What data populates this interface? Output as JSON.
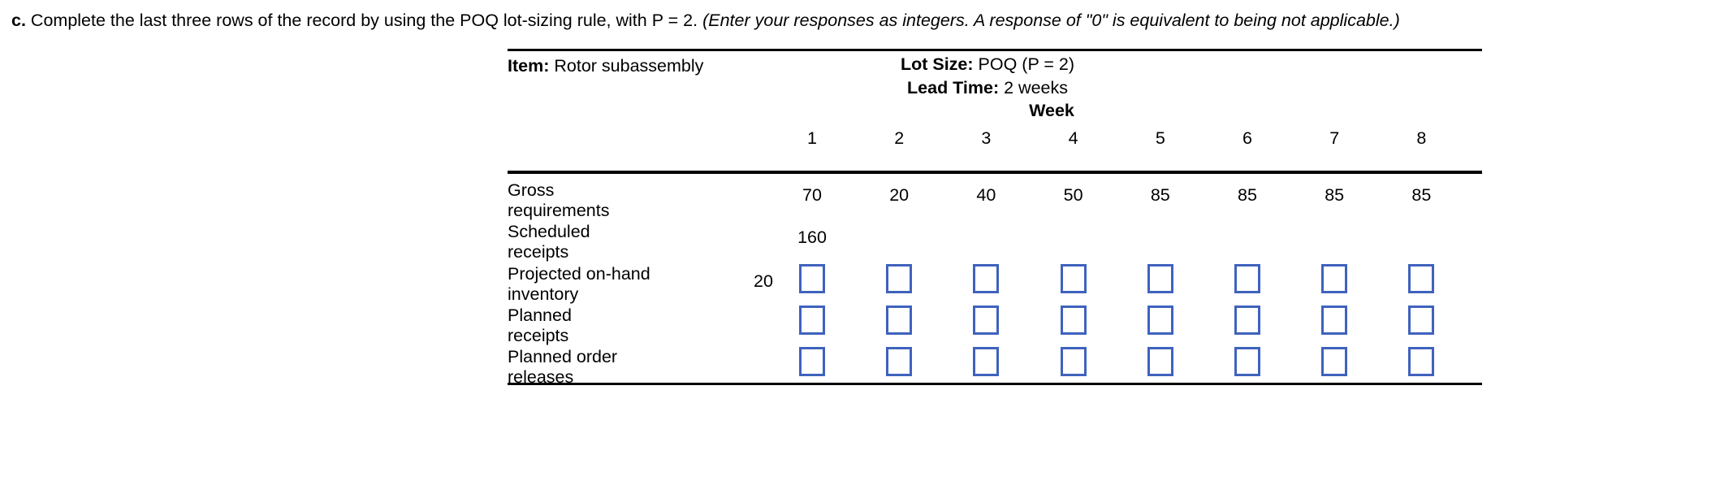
{
  "question": {
    "letter": "c.",
    "text": "Complete the last three rows of the record by using the POQ lot-sizing rule, with P = 2.",
    "instruction": "(Enter your responses as integers. A response of \"0\" is equivalent to being not applicable.)"
  },
  "record": {
    "item_label": "Item:",
    "item_value": "Rotor subassembly",
    "lot_size_label": "Lot Size:",
    "lot_size_value": "POQ (P = 2)",
    "lead_time_label": "Lead Time:",
    "lead_time_value": "2 weeks",
    "week_header": "Week",
    "weeks": [
      "1",
      "2",
      "3",
      "4",
      "5",
      "6",
      "7",
      "8"
    ],
    "accent_color": "#3f62bd",
    "rows": [
      {
        "label_line1": "Gross",
        "label_line2": "requirements",
        "name": "gross-requirements",
        "type": "values",
        "values": [
          "70",
          "20",
          "40",
          "50",
          "85",
          "85",
          "85",
          "85"
        ]
      },
      {
        "label_line1": "Scheduled",
        "label_line2": "receipts",
        "name": "scheduled-receipts",
        "type": "values",
        "values": [
          "160",
          "",
          "",
          "",
          "",
          "",
          "",
          ""
        ]
      },
      {
        "label_line1": "Projected on-hand",
        "label_line2": "inventory",
        "name": "projected-on-hand-inventory",
        "type": "inputs",
        "beginning_inventory": "20",
        "values": [
          "",
          "",
          "",
          "",
          "",
          "",
          "",
          ""
        ]
      },
      {
        "label_line1": "Planned",
        "label_line2": "receipts",
        "name": "planned-receipts",
        "type": "inputs",
        "beginning_inventory": "",
        "values": [
          "",
          "",
          "",
          "",
          "",
          "",
          "",
          ""
        ]
      },
      {
        "label_line1": "Planned order",
        "label_line2": "releases",
        "name": "planned-order-releases",
        "type": "inputs",
        "beginning_inventory": "",
        "values": [
          "",
          "",
          "",
          "",
          "",
          "",
          "",
          ""
        ]
      }
    ]
  }
}
